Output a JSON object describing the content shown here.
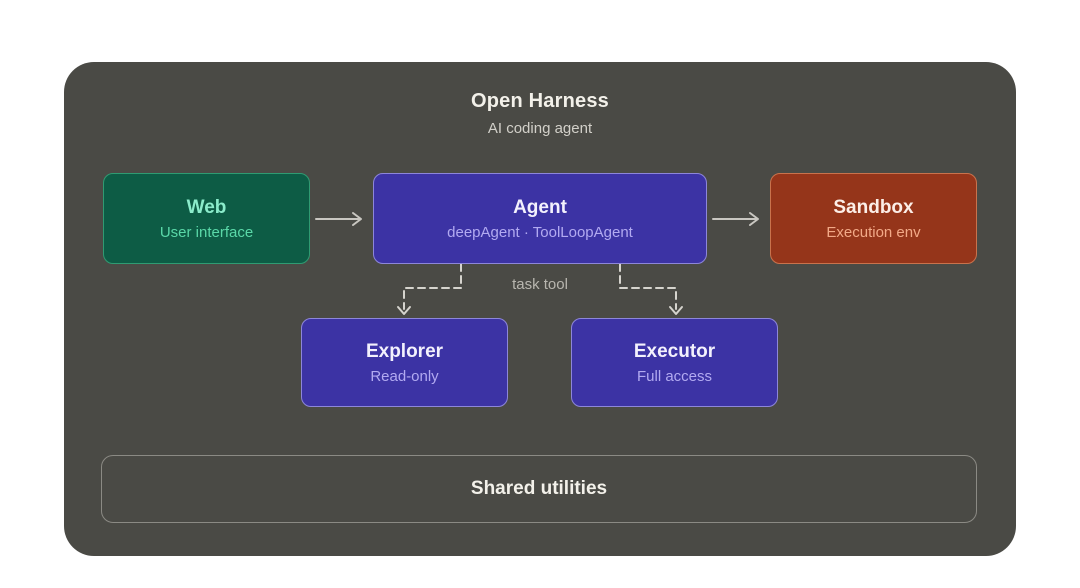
{
  "diagram": {
    "title": "Open Harness",
    "subtitle": "AI coding agent",
    "task_tool_label": "task tool",
    "shared_utilities": {
      "label": "Shared utilities"
    },
    "nodes": {
      "web": {
        "title": "Web",
        "subtitle": "User interface"
      },
      "agent": {
        "title": "Agent",
        "subtitle": "deepAgent · ToolLoopAgent"
      },
      "sandbox": {
        "title": "Sandbox",
        "subtitle": "Execution env"
      },
      "explorer": {
        "title": "Explorer",
        "subtitle": "Read-only"
      },
      "executor": {
        "title": "Executor",
        "subtitle": "Full access"
      }
    },
    "colors": {
      "page_background": "#ffffff",
      "card_background": "#4a4a45",
      "green_fill": "#0d5c45",
      "green_border": "#2f9b72",
      "green_title": "#8beccb",
      "green_subtitle": "#5ad8a8",
      "indigo_fill": "#3c33a4",
      "indigo_border": "#8d86da",
      "indigo_title": "#f3f1fd",
      "indigo_subtitle": "#b2aaf1",
      "rust_fill": "#95351a",
      "rust_border": "#c9724c",
      "rust_title": "#fceee7",
      "rust_subtitle": "#f2a987",
      "arrow": "#c9c7c1",
      "dashed_connector": "#d6d4ce",
      "shared_border": "#8b8a84",
      "title_text": "#f3f1ea",
      "subtitle_text": "#d2d0c9",
      "task_tool_text": "#b8b6af"
    }
  }
}
